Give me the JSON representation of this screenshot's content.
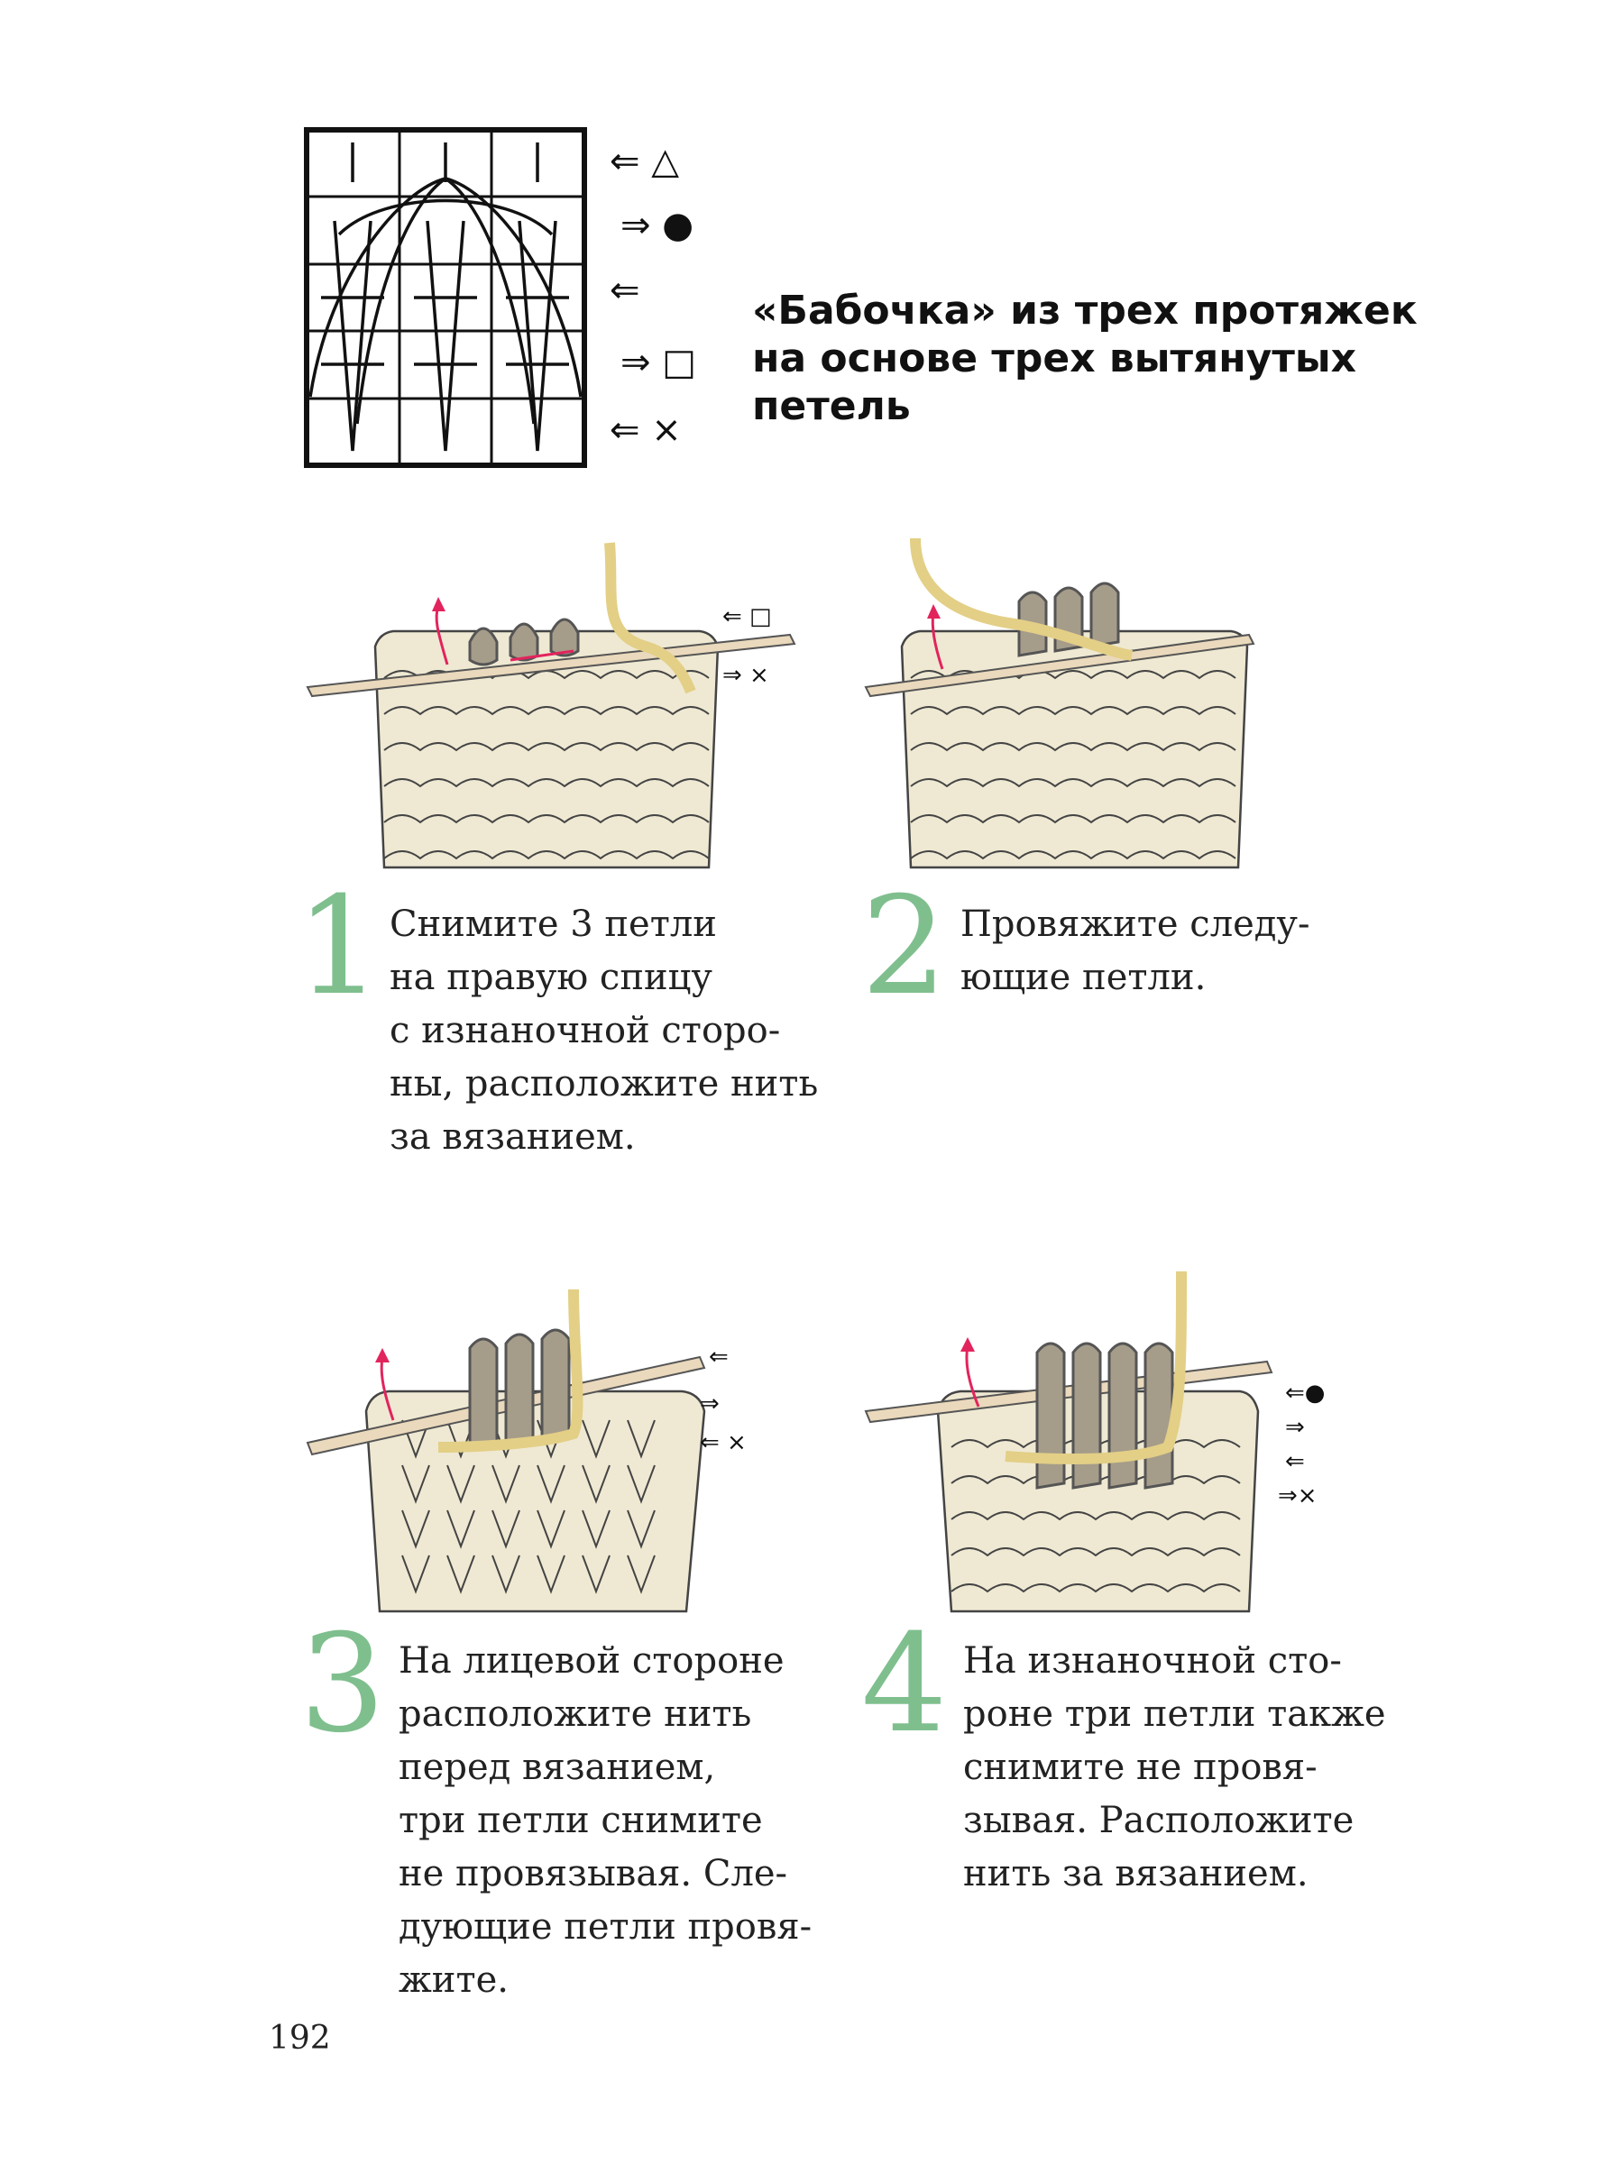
{
  "title": {
    "lines": [
      "«Бабочка» из трех протяжек",
      "на основе трех вытянутых",
      "петель"
    ]
  },
  "chart_legend": [
    "⇐ △",
    "⇒ ●",
    "⇐",
    "⇒ □",
    "⇐ ×"
  ],
  "illustration_labels": {
    "step1": [
      "⇐ □",
      "⇒ ×"
    ],
    "step3": [
      "⇐",
      "⇒",
      "⇐ ×"
    ],
    "step4": [
      "⇐●",
      "⇒",
      "⇐",
      "⇒×"
    ]
  },
  "steps": [
    {
      "number": "1",
      "lines": [
        "Снимите 3 петли",
        "на правую спицу",
        "с изнаночной сторо-",
        "ны, расположите нить",
        "за вязанием."
      ]
    },
    {
      "number": "2",
      "lines": [
        "Провяжите следу-",
        "ющие петли."
      ]
    },
    {
      "number": "3",
      "lines": [
        "На лицевой стороне",
        "расположите нить",
        "перед вязанием,",
        "три петли снимите",
        "не провязывая. Сле-",
        "дующие петли провя-",
        "жите."
      ]
    },
    {
      "number": "4",
      "lines": [
        "На изнаночной сто-",
        "роне три петли также",
        "снимите не провя-",
        "зывая. Расположите",
        "нить за вязанием."
      ]
    }
  ],
  "page_number": "192",
  "colors": {
    "step_number": "#7fbf8e",
    "arrow_accent": "#e2245d",
    "yarn_main": "#efe9d3",
    "yarn_dark": "#a59c8a",
    "yarn_working": "#e3cf86",
    "needle": "#ead9bc"
  }
}
